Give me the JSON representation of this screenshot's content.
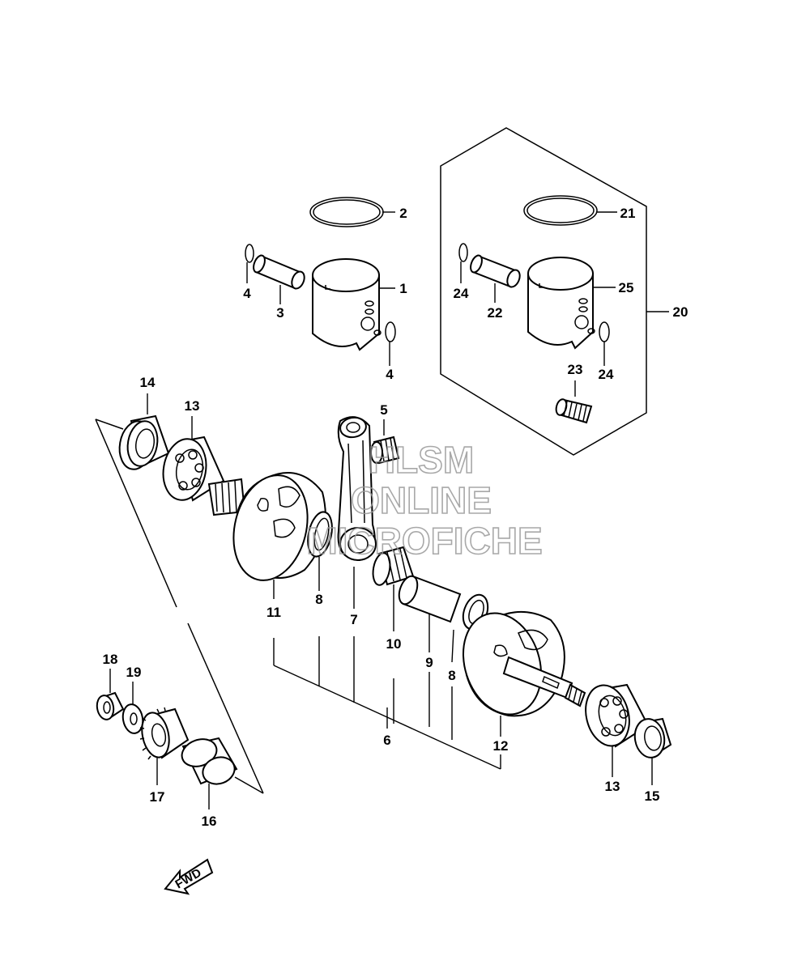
{
  "labels": {
    "p1": "1",
    "p2": "2",
    "p3": "3",
    "p4a": "4",
    "p4b": "4",
    "p5": "5",
    "p6": "6",
    "p7": "7",
    "p8a": "8",
    "p8b": "8",
    "p9": "9",
    "p10": "10",
    "p11": "11",
    "p12": "12",
    "p13a": "13",
    "p13b": "13",
    "p14": "14",
    "p15": "15",
    "p16": "16",
    "p17": "17",
    "p18": "18",
    "p19": "19",
    "p20": "20",
    "p21": "21",
    "p22": "22",
    "p23": "23",
    "p24a": "24",
    "p24b": "24",
    "p25": "25"
  },
  "watermark": {
    "line1": "HLSM",
    "line2": "ONLINE",
    "line3": "MICROFICHE"
  },
  "fwd_label": "FWD",
  "colors": {
    "ink": "#000000",
    "watermark": "#9a9a9a",
    "background": "#ffffff"
  }
}
